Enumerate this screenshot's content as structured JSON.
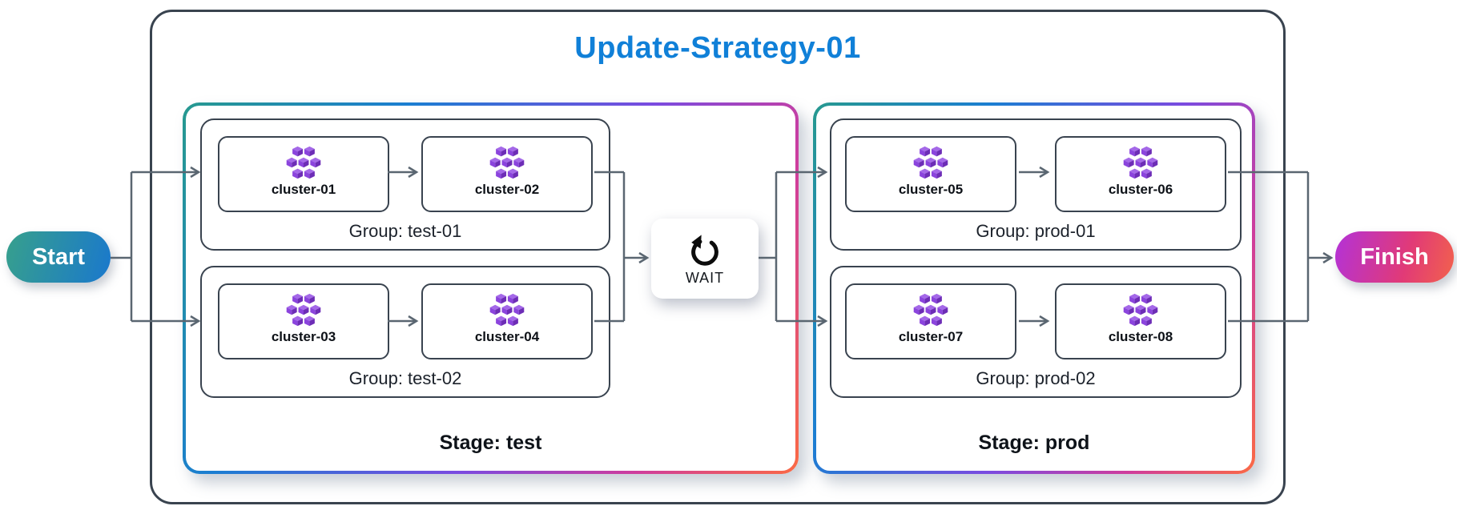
{
  "diagram": {
    "title": "Update-Strategy-01",
    "start": {
      "label": "Start"
    },
    "finish": {
      "label": "Finish"
    },
    "wait": {
      "label": "WAIT",
      "icon": "refresh-ccw-icon"
    }
  },
  "stages": [
    {
      "label": "Stage: test",
      "groups": [
        {
          "label": "Group: test-01",
          "clusters": [
            "cluster-01",
            "cluster-02"
          ]
        },
        {
          "label": "Group: test-02",
          "clusters": [
            "cluster-03",
            "cluster-04"
          ]
        }
      ]
    },
    {
      "label": "Stage: prod",
      "groups": [
        {
          "label": "Group: prod-01",
          "clusters": [
            "cluster-05",
            "cluster-06"
          ]
        },
        {
          "label": "Group: prod-02",
          "clusters": [
            "cluster-07",
            "cluster-08"
          ]
        }
      ]
    }
  ],
  "icons": {
    "cluster_icon": "aks-cluster-icon",
    "wait_icon": "refresh-ccw-icon",
    "arrowhead": "open-chevron-right"
  },
  "colors": {
    "title_blue": "#1080d8",
    "container_border": "#39434f",
    "box_border": "#39434f",
    "connector_line": "#5a6671",
    "stage_gradient": [
      "#27998f",
      "#1b7ed2",
      "#7a4be0",
      "#cf3d9c",
      "#fb6a44"
    ],
    "start_gradient": [
      "#37a08c",
      "#1a78cd"
    ],
    "finish_gradient": [
      "#b332d8",
      "#e13a77",
      "#f2624c"
    ],
    "cluster_cube_top": "#a468e8",
    "cluster_cube_left": "#8b44dd",
    "cluster_cube_right": "#6d2db6",
    "wait_icon_color": "#0c0c0c"
  }
}
